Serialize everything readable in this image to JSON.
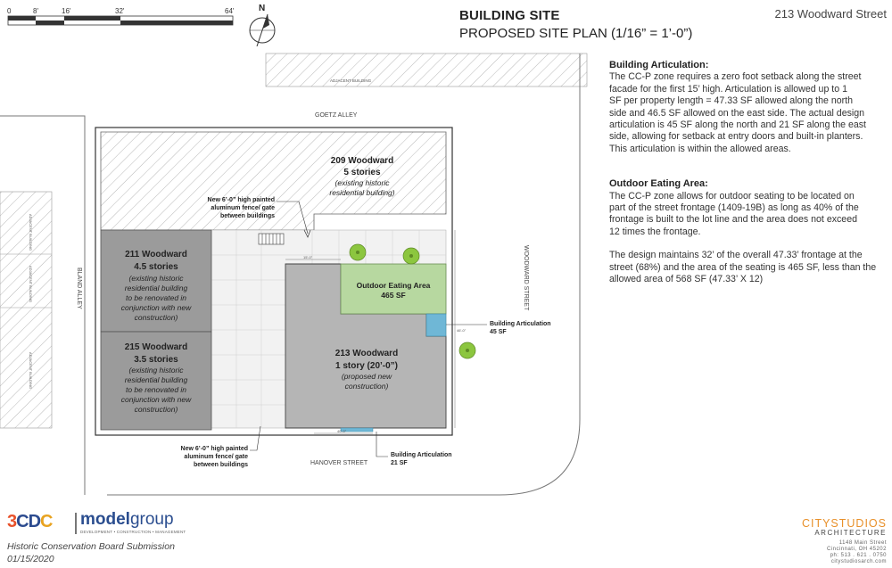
{
  "header": {
    "title": "BUILDING SITE",
    "subtitle": "PROPOSED SITE PLAN (1/16” = 1’-0”)",
    "address": "213 Woodward Street"
  },
  "scale": {
    "t0": "0",
    "t1": "8'",
    "t2": "16'",
    "t3": "32'",
    "t4": "64'"
  },
  "north": "N",
  "plan": {
    "adjacent_building": "ADJACENT BUILDING",
    "goetz_alley": "GOETZ ALLEY",
    "bland_alley": "BLAND ALLEY",
    "hanover_street": "HANOVER STREET",
    "woodward_street": "WOODWARD STREET",
    "b209": {
      "name": "209 Woodward",
      "stories": "5 stories",
      "note1": "(existing historic",
      "note2": "residential building)"
    },
    "b211": {
      "name": "211 Woodward",
      "stories": "4.5 stories",
      "note1": "(existing historic",
      "note2": "residential building",
      "note3": "to be renovated in",
      "note4": "conjunction with new",
      "note5": "construction)"
    },
    "b215": {
      "name": "215 Woodward",
      "stories": "3.5 stories",
      "note1": "(existing historic",
      "note2": "residential building",
      "note3": "to be renovated in",
      "note4": "conjunction with new",
      "note5": "construction)"
    },
    "b213": {
      "name": "213 Woodward",
      "stories": "1 story (20’-0”)",
      "note1": "(proposed new",
      "note2": "construction)"
    },
    "eating": {
      "name": "Outdoor Eating Area",
      "area": "465 SF"
    },
    "fence_top": {
      "l1": "New 6’-0” high painted",
      "l2": "aluminum fence/ gate",
      "l3": "between buildings"
    },
    "fence_bottom": {
      "l1": "New 6’-0” high painted",
      "l2": "aluminum fence/ gate",
      "l3": "between buildings"
    },
    "artic_east": {
      "l1": "Building Articulation",
      "l2": "45 SF"
    },
    "artic_south": {
      "l1": "Building Articulation",
      "l2": "21 SF"
    },
    "dim_top": "15'-0\"",
    "dim_bottom": "40'-0\"",
    "dim_side": "46'-0\""
  },
  "notes": {
    "articulation": {
      "heading": "Building Articulation:",
      "lines": [
        "The CC-P zone requires a zero foot setback along the street",
        "facade for the first 15’ high.  Articulation is allowed up to 1",
        "SF per property length = 47.33 SF allowed along the north",
        "side and 46.5 SF allowed on the east side.  The actual design",
        "articulation is 45 SF along the north and 21 SF along the east",
        "side, allowing for setback at entry doors and built-in planters.",
        "This articulation is within the allowed areas."
      ]
    },
    "eating": {
      "heading": "Outdoor Eating Area:",
      "lines": [
        "The CC-P zone allows for outdoor seating to be located on",
        "part of the street frontage (1409-19B) as long as 40% of the",
        "frontage is built to the lot line and the area does not exceed",
        "12 times the frontage."
      ],
      "lines2": [
        "The design maintains 32’ of the overall 47.33’ frontage at the",
        "street (68%) and the area of the seating is 465 SF, less than the",
        "allowed area of 568 SF (47.33’ X 12)"
      ]
    }
  },
  "footer": {
    "logo_3cdc_a": "3",
    "logo_3cdc_b": "CD",
    "logo_3cdc_c": "C",
    "model_a": "model",
    "model_b": "group",
    "model_tag": "DEVELOPMENT • CONSTRUCTION • MANAGEMENT",
    "submission": "Historic Conservation Board Submission",
    "date": "01/15/2020",
    "cs_name": "CITYSTUDIOS",
    "cs_arch": "ARCHITECTURE",
    "cs_addr1": "1148 Main Street",
    "cs_addr2": "Cincinnati, OH 45202",
    "cs_phone": "ph: 513 . 621 . 0750",
    "cs_web": "citystudiosarch.com"
  },
  "colors": {
    "existing_building": "#9b9b9b",
    "proposed_building": "#b5b5b5",
    "eating_area": "#b7d8a0",
    "articulation": "#6fb7d6",
    "tree": "#8cc63f"
  }
}
